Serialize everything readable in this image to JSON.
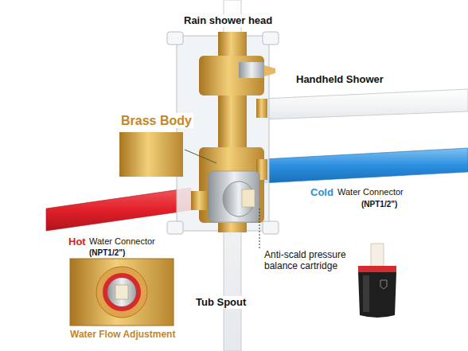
{
  "diagram": {
    "labels": [
      "Rain shower head",
      "Handheld Shower",
      "Brass Body",
      "Hot",
      "Water Connector",
      "(NPT1/2\")",
      "Cold",
      "Water Connector",
      "(NPT1/2\")",
      "Anti-scald pressure balance cartridge",
      "Tub Spout",
      "Water Flow Adjustment"
    ]
  }
}
